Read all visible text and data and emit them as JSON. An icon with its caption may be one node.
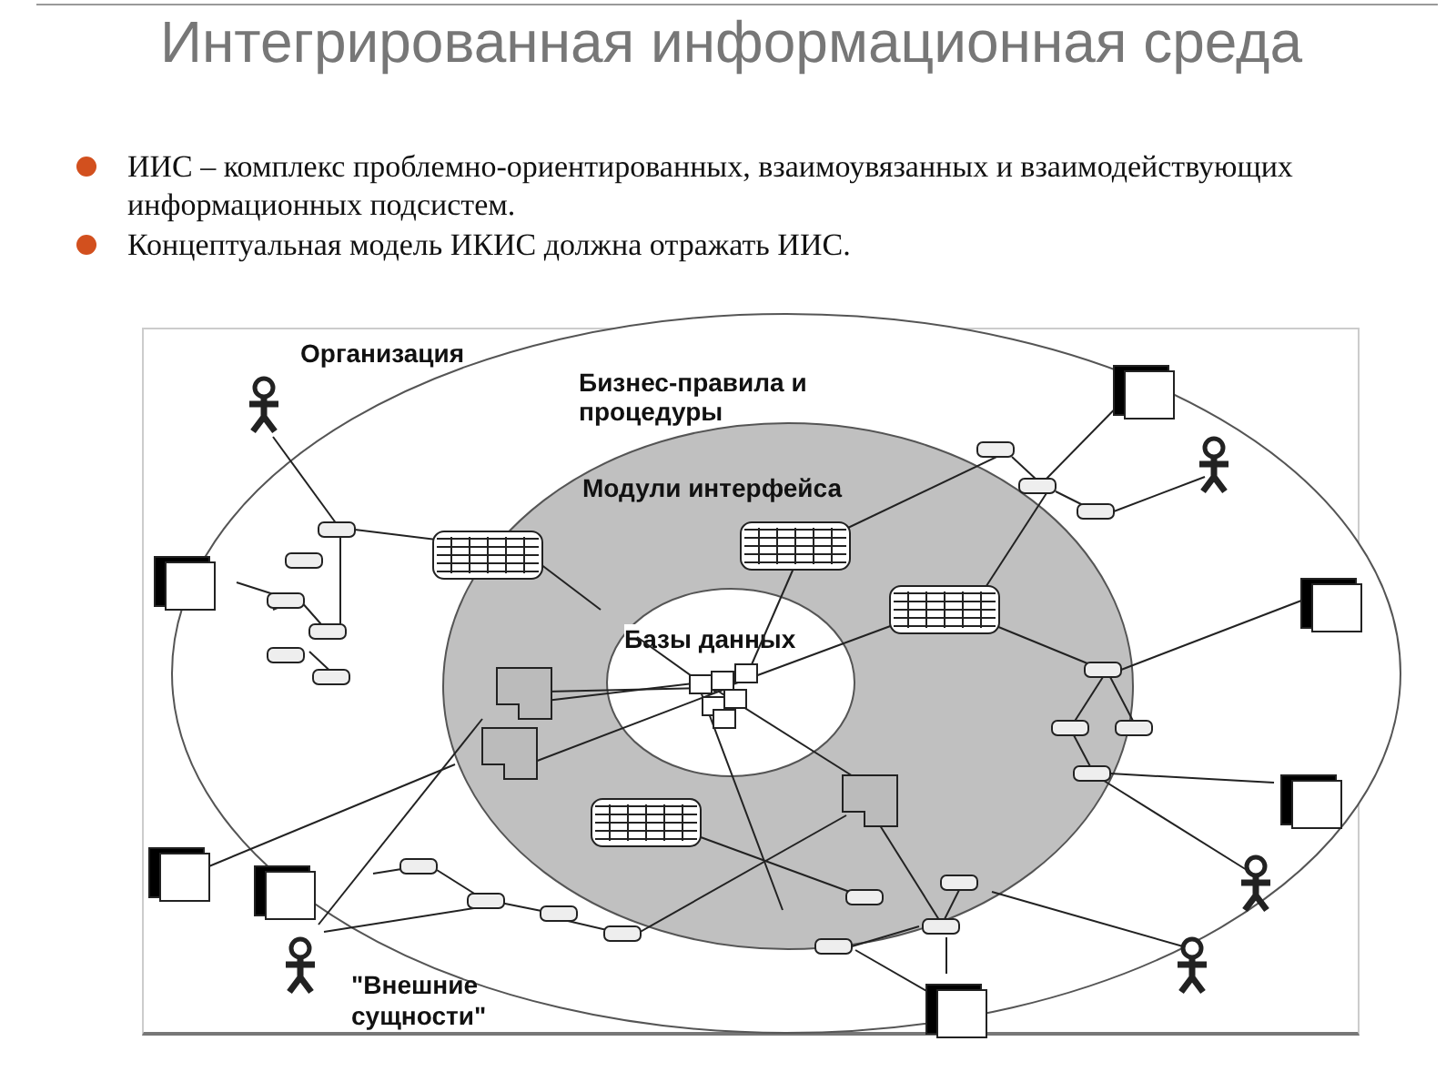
{
  "diagram": {
    "title": "Интегрированная информационная среда",
    "nodes": [
      {
        "text": [
          "Бизнес-правила и процедуры"
        ],
        "beside": [
          "Организация"
        ]
      },
      {
        "text": [
          "Модули интерфейса"
        ],
        "in": 0
      },
      {
        "text": [
          "Базы данных"
        ],
        "in": 1
      }
    ],
    "labels": [
      "ИИС – комплекс проблемно-ориентированных, взаимоувязанных и взаимодействующих информационных подсистем.",
      "Концептуальная модель ИКИС должна отражать ИИС.",
      "\"Внешние сущности\""
    ]
  }
}
